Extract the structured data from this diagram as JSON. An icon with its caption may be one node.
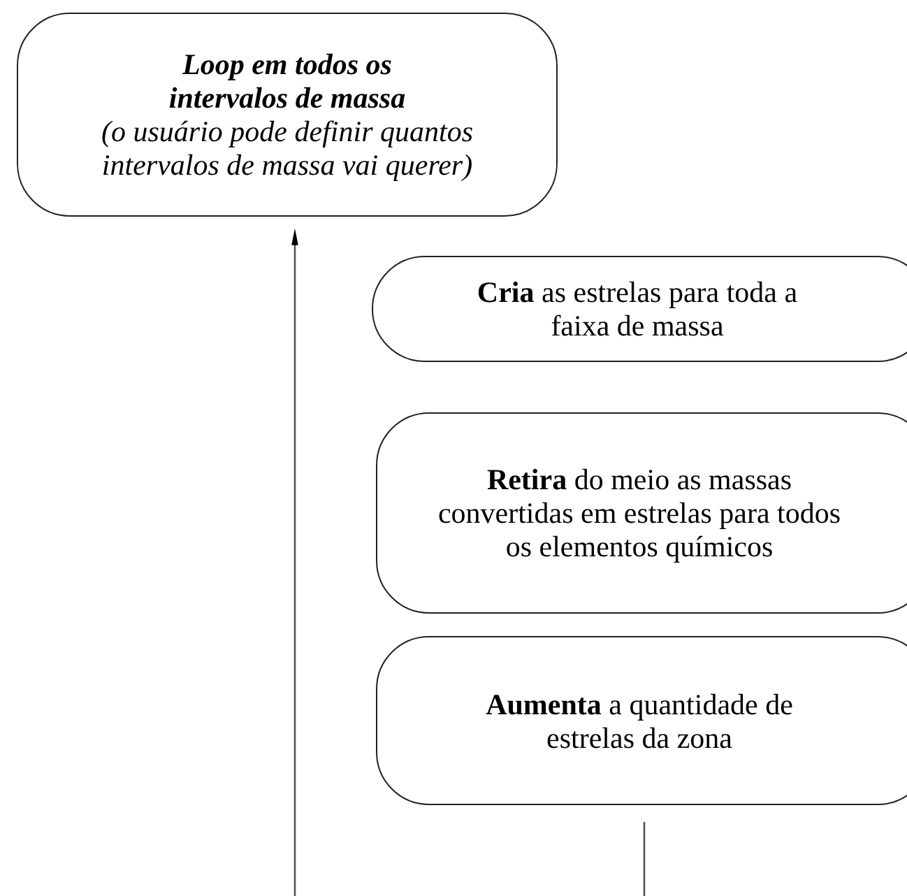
{
  "diagram": {
    "nodes": [
      {
        "text": [
          "Loop em todos os intervalos de massa",
          "(o usuário pode definir quantos intervalos de massa vai querer)"
        ]
      },
      {
        "text": [
          "**Cria** as estrelas para toda a faixa de massa"
        ]
      },
      {
        "text": [
          "**Retira** do meio as massas convertidas em estrelas para todos os elementos químicos"
        ]
      },
      {
        "text": [
          "**Aumenta** a quantidade de estrelas da zona"
        ]
      }
    ],
    "edges": [
      {
        "from": null,
        "to": 0,
        "arrow": "to"
      },
      {
        "from": 3,
        "to": null,
        "arrow": "none"
      }
    ]
  }
}
